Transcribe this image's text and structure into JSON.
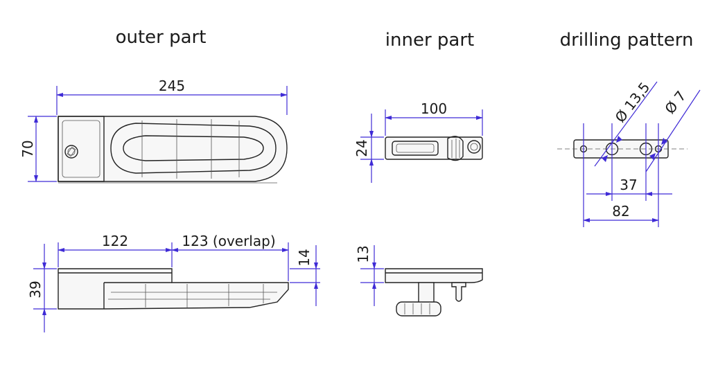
{
  "titles": {
    "outer": "outer part",
    "inner": "inner part",
    "drilling": "drilling pattern"
  },
  "dimensions": {
    "outer_length": "245",
    "outer_width": "70",
    "outer_fixed": "122",
    "outer_overlap": "123  (overlap)",
    "outer_height": "39",
    "outer_step": "14",
    "inner_length": "100",
    "inner_width": "24",
    "inner_height": "13",
    "hole_large": "Ø 13,5",
    "hole_small": "Ø 7",
    "hole_spacing": "37",
    "pattern_length": "82"
  },
  "colors": {
    "dimension_line": "#3f2bd6",
    "outline": "#222222"
  }
}
